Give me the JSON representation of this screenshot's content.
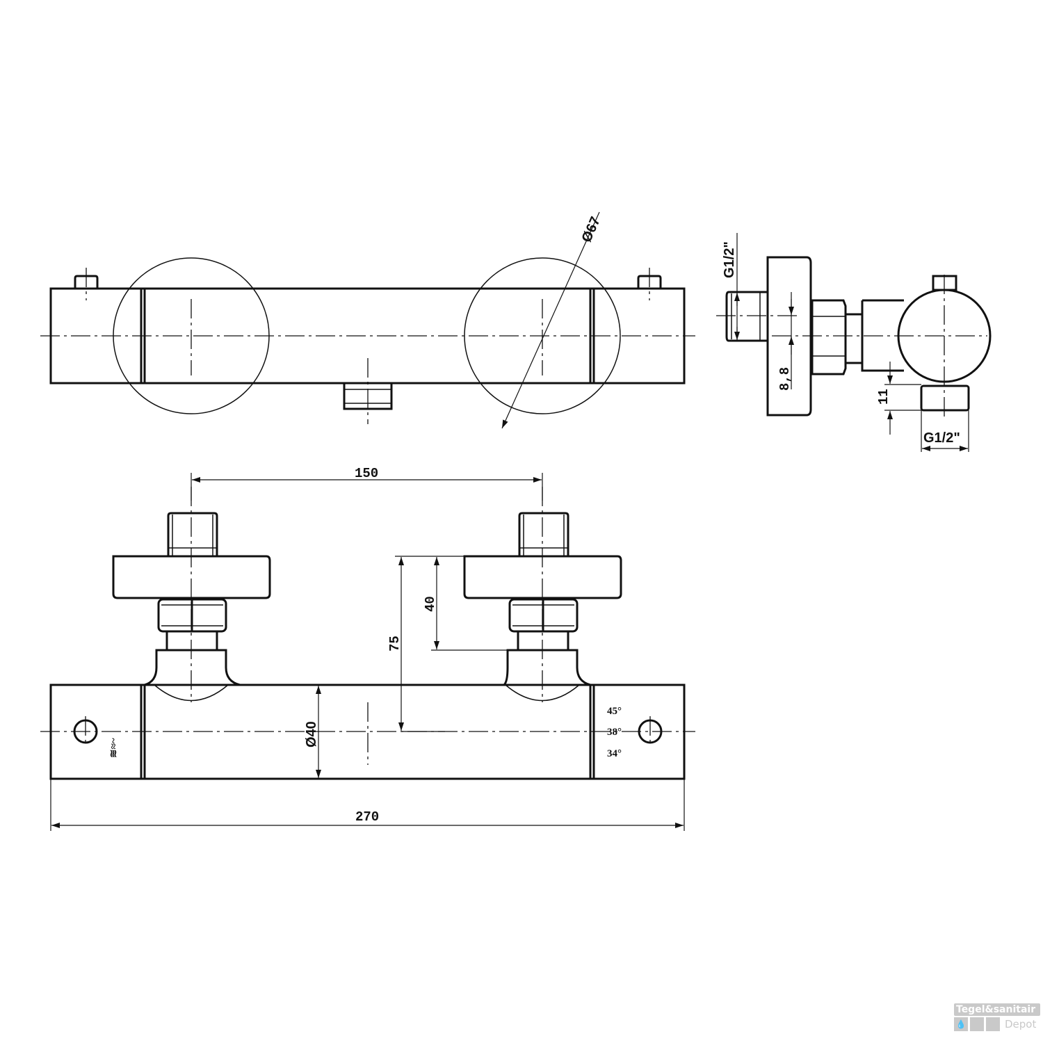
{
  "top_view": {
    "diameter_label": "Ø67"
  },
  "side_view": {
    "inlet_thread_label": "G1/2\"",
    "outlet_thread_label": "G1/2\"",
    "offset_label": "8,8",
    "outlet_height_label": "11"
  },
  "front_view": {
    "center_distance_label": "150",
    "eccentric_label": "40",
    "depth_label": "75",
    "body_diameter_label": "Ø40",
    "overall_length_label": "270",
    "temperature_marks": [
      "45°",
      "38°",
      "34°"
    ]
  },
  "watermark": {
    "line1": "Tegel&sanitair",
    "line2": "Depot"
  }
}
